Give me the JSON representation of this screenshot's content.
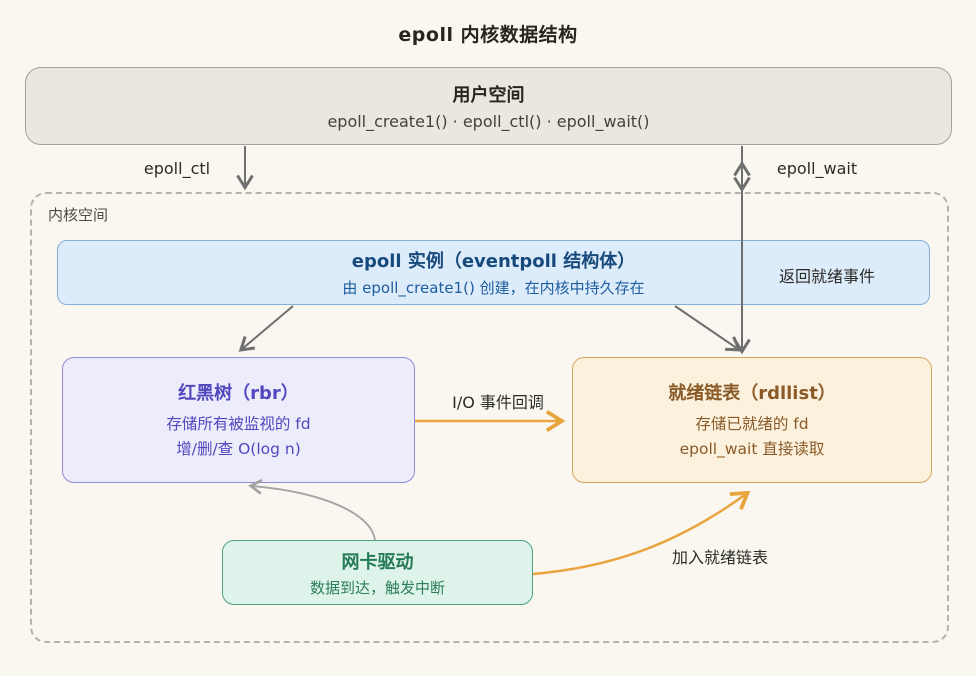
{
  "title": "epoll 内核数据结构",
  "user_space": {
    "title": "用户空间",
    "subtitle": "epoll_create1() · epoll_ctl() · epoll_wait()"
  },
  "kernel_space": {
    "label": "内核空间",
    "epoll_instance": {
      "title": "epoll 实例（eventpoll 结构体）",
      "subtitle": "由 epoll_create1() 创建，在内核中持久存在",
      "side_note": "返回就绪事件"
    },
    "rbtree": {
      "title": "红黑树（rbr）",
      "line1": "存储所有被监视的 fd",
      "line2": "增/删/查 O(log n)"
    },
    "ready_list": {
      "title": "就绪链表（rdllist）",
      "line1": "存储已就绪的 fd",
      "line2": "epoll_wait 直接读取"
    },
    "nic_driver": {
      "title": "网卡驱动",
      "subtitle": "数据到达，触发中断"
    }
  },
  "edges": {
    "epoll_ctl_label": "epoll_ctl",
    "epoll_wait_label": "epoll_wait",
    "io_callback_label": "I/O 事件回调",
    "join_ready_label": "加入就绪链表"
  },
  "colors": {
    "page_background": "#f9f7f0",
    "user_box_fill": "#e9e7de",
    "user_box_border": "#a3a199",
    "kernel_dash_border": "#b5b3ad",
    "epoll_box_fill": "#ddecfb",
    "epoll_box_border": "#85aed8",
    "epoll_text": "#17497c",
    "rbtree_fill": "#edecfb",
    "rbtree_border": "#938ad8",
    "rbtree_text": "#5148bf",
    "ready_fill": "#fbf1dd",
    "ready_border": "#d7a55e",
    "ready_text": "#8a5a28",
    "nic_fill": "#def3e9",
    "nic_border": "#4ba181",
    "nic_text": "#26795a",
    "arrow_gray": "#6f6f6f",
    "arrow_gray_light": "#a3a3a3",
    "arrow_orange": "#e9a43e"
  }
}
